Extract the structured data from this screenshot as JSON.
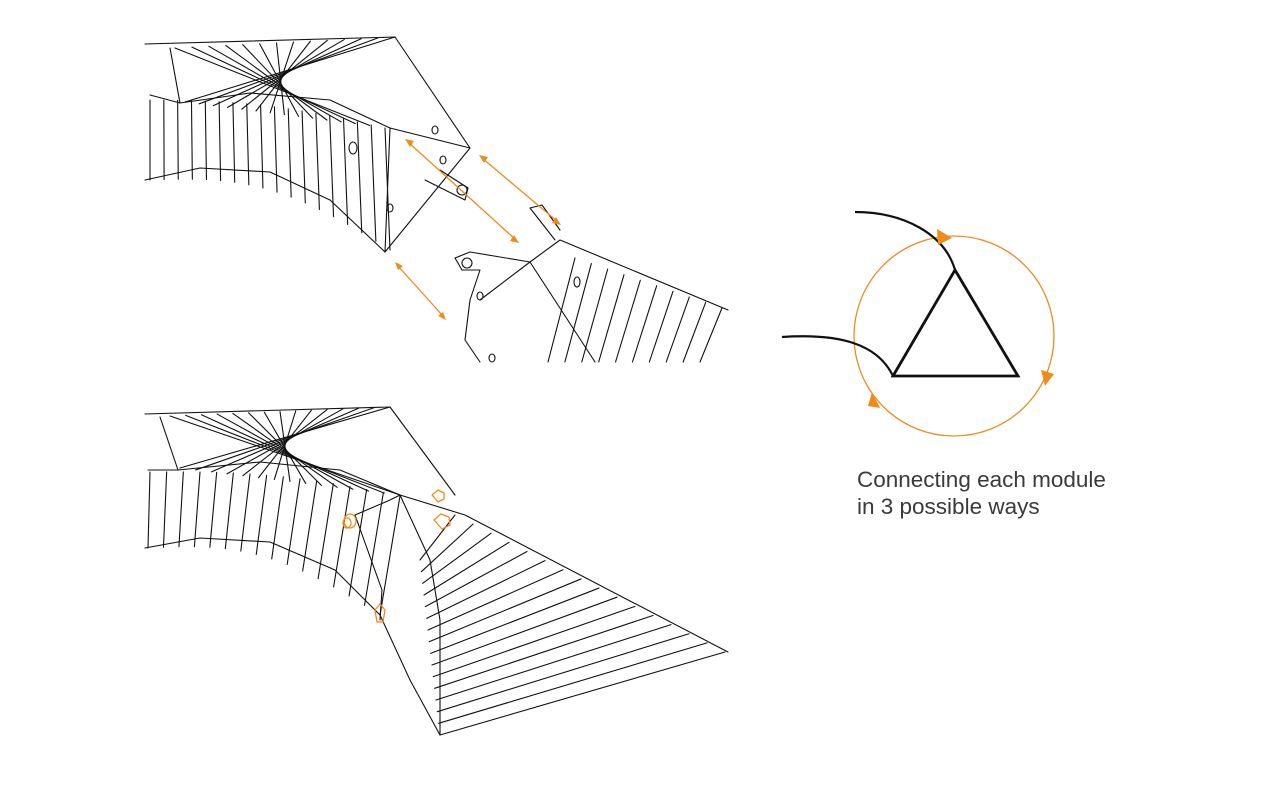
{
  "caption": {
    "line1": "Connecting each module",
    "line2": "in 3 possible ways"
  },
  "colors": {
    "line": "#111111",
    "accent": "#f08a1c",
    "background": "#ffffff"
  },
  "connection_count": 3
}
